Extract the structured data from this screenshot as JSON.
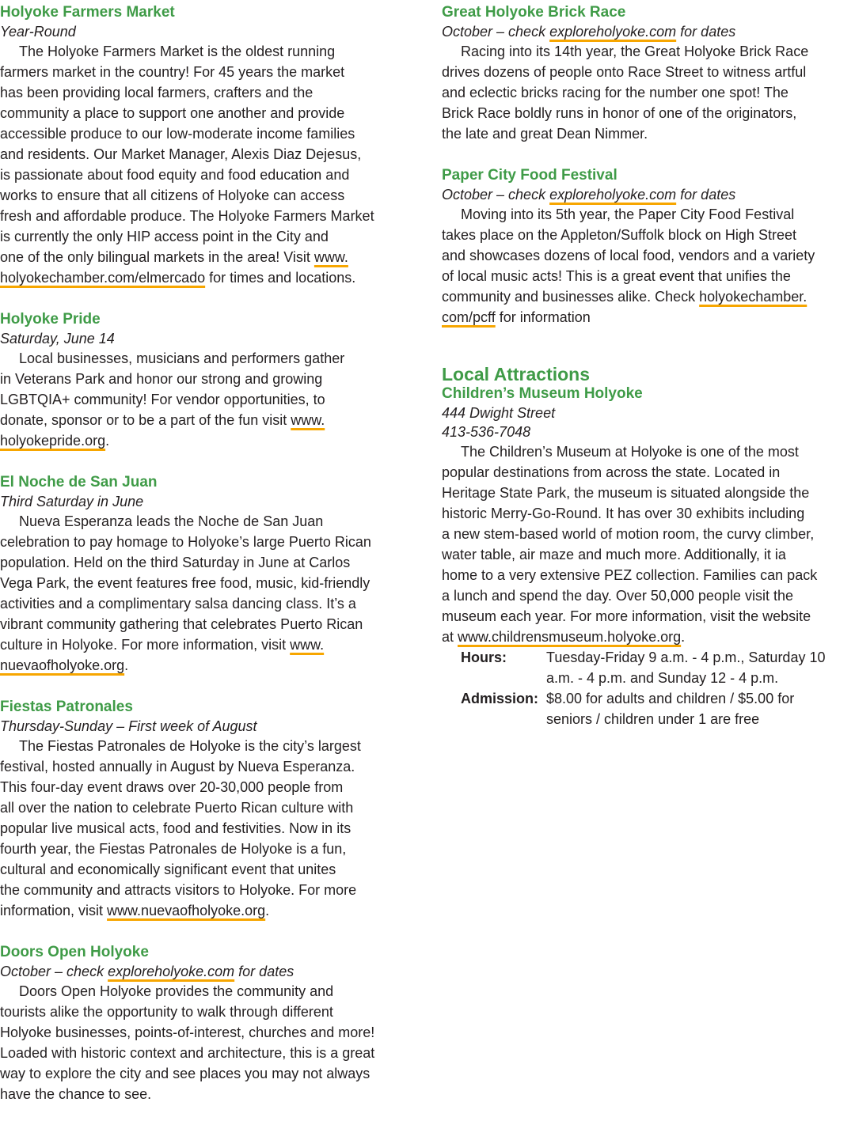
{
  "left": [
    {
      "title": "Holyoke Farmers Market",
      "sub": [
        "Year-Round"
      ],
      "body": [
        [
          {
            "t": "The Holyoke Farmers Market is the oldest running"
          }
        ],
        [
          {
            "t": "farmers market in the country! For 45 years the market"
          }
        ],
        [
          {
            "t": "has been providing local farmers, crafters and the"
          }
        ],
        [
          {
            "t": "community a place to support one another and provide"
          }
        ],
        [
          {
            "t": "accessible produce to our low-moderate income families"
          }
        ],
        [
          {
            "t": "and residents. Our Market Manager, Alexis Diaz Dejesus,"
          }
        ],
        [
          {
            "t": "is passionate about food equity and food education and"
          }
        ],
        [
          {
            "t": "works to ensure that all citizens of Holyoke can access"
          }
        ],
        [
          {
            "t": "fresh and affordable produce. The Holyoke Farmers Market"
          }
        ],
        [
          {
            "t": "is currently the only HIP access point in the City and"
          }
        ],
        [
          {
            "t": "one of the only bilingual markets in the area! Visit "
          },
          {
            "t": "www.",
            "link": true
          }
        ],
        [
          {
            "t": "holyokechamber.com/elmercado",
            "link": true
          },
          {
            "t": " for times and locations."
          }
        ]
      ]
    },
    {
      "title": "Holyoke Pride",
      "sub": [
        "Saturday, June 14"
      ],
      "body": [
        [
          {
            "t": "Local businesses, musicians and performers gather"
          }
        ],
        [
          {
            "t": "in Veterans Park and honor our strong and growing"
          }
        ],
        [
          {
            "t": "LGBTQIA+ community! For vendor opportunities, to"
          }
        ],
        [
          {
            "t": "donate, sponsor or to be a part of the fun visit "
          },
          {
            "t": "www.",
            "link": true
          }
        ],
        [
          {
            "t": "holyokepride.org",
            "link": true
          },
          {
            "t": "."
          }
        ]
      ]
    },
    {
      "title": "El Noche de San Juan",
      "sub": [
        "Third Saturday in June"
      ],
      "body": [
        [
          {
            "t": "Nueva Esperanza leads the Noche de San Juan"
          }
        ],
        [
          {
            "t": "celebration to pay homage to Holyoke’s large Puerto Rican"
          }
        ],
        [
          {
            "t": "population. Held on the third Saturday in June at Carlos"
          }
        ],
        [
          {
            "t": "Vega Park, the event features free food, music, kid-friendly"
          }
        ],
        [
          {
            "t": "activities and a complimentary salsa dancing class. It’s a"
          }
        ],
        [
          {
            "t": "vibrant community gathering that celebrates Puerto Rican"
          }
        ],
        [
          {
            "t": "culture in Holyoke. For more information, visit "
          },
          {
            "t": "www.",
            "link": true
          }
        ],
        [
          {
            "t": "nuevaofholyoke.org",
            "link": true
          },
          {
            "t": "."
          }
        ]
      ]
    },
    {
      "title": "Fiestas Patronales",
      "sub": [
        "Thursday-Sunday – First week of August"
      ],
      "body": [
        [
          {
            "t": "The Fiestas Patronales de Holyoke is the city’s largest"
          }
        ],
        [
          {
            "t": "festival, hosted annually in August by Nueva Esperanza."
          }
        ],
        [
          {
            "t": "This four-day event draws over 20-30,000 people from"
          }
        ],
        [
          {
            "t": "all over the nation to celebrate Puerto Rican culture with"
          }
        ],
        [
          {
            "t": "popular live musical acts, food and festivities. Now in its"
          }
        ],
        [
          {
            "t": "fourth year, the Fiestas Patronales de Holyoke is a fun,"
          }
        ],
        [
          {
            "t": "cultural and economically significant event that unites"
          }
        ],
        [
          {
            "t": "the community and attracts visitors to Holyoke. For more"
          }
        ],
        [
          {
            "t": "information, visit "
          },
          {
            "t": "www.nuevaofholyoke.org",
            "link": true
          },
          {
            "t": "."
          }
        ]
      ]
    },
    {
      "title": "Doors Open Holyoke",
      "sub": [
        [
          {
            "t": "October – check "
          },
          {
            "t": "exploreholyoke.com",
            "link": true
          },
          {
            "t": " for dates"
          }
        ]
      ],
      "body": [
        [
          {
            "t": "Doors Open Holyoke provides the community and"
          }
        ],
        [
          {
            "t": "tourists alike the opportunity to walk through different"
          }
        ],
        [
          {
            "t": "Holyoke businesses, points-of-interest, churches and more!"
          }
        ],
        [
          {
            "t": "Loaded with historic context and architecture, this is a great"
          }
        ],
        [
          {
            "t": "way to explore the city and see places you may not always"
          }
        ],
        [
          {
            "t": "have the chance to see."
          }
        ]
      ]
    }
  ],
  "right": [
    {
      "title": "Great Holyoke Brick Race",
      "sub": [
        [
          {
            "t": "October – check "
          },
          {
            "t": "exploreholyoke.com",
            "link": true
          },
          {
            "t": " for dates"
          }
        ]
      ],
      "body": [
        [
          {
            "t": "Racing into its 14th year, the Great Holyoke Brick Race"
          }
        ],
        [
          {
            "t": "drives dozens of people onto Race Street to witness artful"
          }
        ],
        [
          {
            "t": "and eclectic bricks racing for the number one spot! The"
          }
        ],
        [
          {
            "t": "Brick Race boldly runs in honor of one of the originators,"
          }
        ],
        [
          {
            "t": "the late and great Dean Nimmer."
          }
        ]
      ]
    },
    {
      "title": "Paper City Food Festival",
      "sub": [
        [
          {
            "t": "October – check "
          },
          {
            "t": "exploreholyoke.com",
            "link": true
          },
          {
            "t": " for dates"
          }
        ]
      ],
      "body": [
        [
          {
            "t": "Moving into its 5th year, the Paper City Food Festival"
          }
        ],
        [
          {
            "t": "takes place on the Appleton/Suffolk block on High Street"
          }
        ],
        [
          {
            "t": "and showcases dozens of local food, vendors and a variety"
          }
        ],
        [
          {
            "t": "of local music acts! This is a great event that unifies the"
          }
        ],
        [
          {
            "t": "community and businesses alike. Check "
          },
          {
            "t": "holyokechamber.",
            "link": true
          }
        ],
        [
          {
            "t": "com/pcff",
            "link": true
          },
          {
            "t": " for information"
          }
        ]
      ]
    }
  ],
  "attractions": {
    "heading": "Local Attractions",
    "title": "Children’s Museum Holyoke",
    "sub": [
      "444 Dwight Street",
      "413-536-7048"
    ],
    "body": [
      [
        {
          "t": "The Children’s Museum at Holyoke is one of the most"
        }
      ],
      [
        {
          "t": "popular destinations from across the state. Located in"
        }
      ],
      [
        {
          "t": "Heritage State Park, the museum is situated alongside the"
        }
      ],
      [
        {
          "t": "historic Merry-Go-Round. It has over 30 exhibits including"
        }
      ],
      [
        {
          "t": "a new stem-based world of motion room, the curvy climber,"
        }
      ],
      [
        {
          "t": "water table, air maze and much more. Additionally, it ia"
        }
      ],
      [
        {
          "t": "home to a very extensive PEZ collection. Families can pack"
        }
      ],
      [
        {
          "t": "a lunch and spend the day. Over 50,000 people visit the"
        }
      ],
      [
        {
          "t": "museum each year. For more information, visit the website"
        }
      ],
      [
        {
          "t": "at "
        },
        {
          "t": "www.childrensmuseum.holyoke.org",
          "link": true
        },
        {
          "t": "."
        }
      ]
    ],
    "info": [
      {
        "label": "Hours:",
        "lines": [
          "Tuesday-Friday 9 a.m. - 4 p.m., Saturday 10",
          "a.m. - 4 p.m. and Sunday 12 - 4 p.m."
        ]
      },
      {
        "label": "Admission:",
        "lines": [
          "$8.00 for adults and children / $5.00 for",
          "seniors / children under 1 are free"
        ]
      }
    ]
  }
}
